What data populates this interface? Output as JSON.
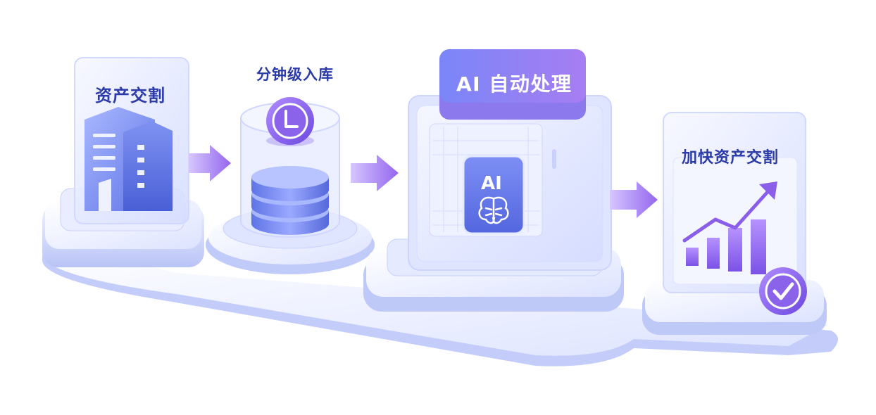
{
  "steps": [
    {
      "label": "资产交割",
      "icon": "office-building-icon"
    },
    {
      "label": "分钟级入库",
      "icon": "database-clock-icon"
    },
    {
      "label": "AI 自动处理",
      "icon": "ai-brain-chip-icon"
    },
    {
      "label": "加快资产交割",
      "icon": "growth-chart-check-icon"
    }
  ],
  "ai_chip": {
    "text": "AI"
  },
  "colors": {
    "primary_blue": "#5b72e8",
    "label_blue": "#2a3aa8",
    "purple": "#8a63ea",
    "arrow_purple": "#a57ff0",
    "glass": "#e8ecff"
  }
}
